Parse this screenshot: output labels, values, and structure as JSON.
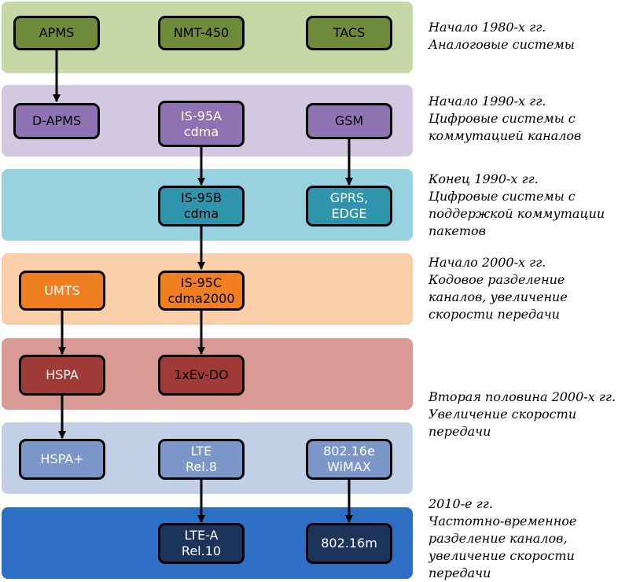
{
  "colors": {
    "band_1980": "#c6d8a6",
    "band_1990": "#d2c9e0",
    "band_late1990": "#98d1df",
    "band_2000": "#f9cfa9",
    "band_late2000_a": "#d99a96",
    "band_late2000_b": "#c2d0e5",
    "band_2010": "#2e6fc6",
    "node_green": "#6f8a3b",
    "node_purple": "#8e72b1",
    "node_teal": "#2f95ad",
    "node_orange": "#f07f21",
    "node_red": "#a03a37",
    "node_lightblue": "#7b96c8",
    "node_navy": "#1c345a"
  },
  "nodes": {
    "apms": "APMS",
    "nmt450": "NMT-450",
    "tacs": "TACS",
    "dapms": "D-APMS",
    "is95a": "IS-95A\ncdma",
    "gsm": "GSM",
    "is95b": "IS-95B\ncdma",
    "gprs": "GPRS,\nEDGE",
    "umts": "UMTS",
    "is95c": "IS-95C\ncdma2000",
    "hspa": "HSPA",
    "evdo": "1xEv-DO",
    "hspaplus": "HSPA+",
    "lte": "LTE\nRel.8",
    "wimax": "802.16e\nWiMAX",
    "ltea": "LTE-A\nRel.10",
    "m80216": "802.16m"
  },
  "notes": {
    "n1980": "Начало 1980-х гг.\nАналоговые системы",
    "n1990": "Начало 1990-х гг.\nЦифровые системы с\nкоммутацией каналов",
    "nlate1990": "Конец 1990-х гг.\nЦифровые системы с\nподдержкой коммутации\nпакетов",
    "n2000": "Начало 2000-х гг.\nКодовое разделение\nканалов, увеличение\nскорости передачи",
    "nlate2000": "Вторая половина 2000-х гг.\nУвеличение скорости\nпередачи",
    "n2010": "2010-е гг.\nЧастотно-временное\nразделение каналов,\nувеличение скорости\nпередачи"
  }
}
